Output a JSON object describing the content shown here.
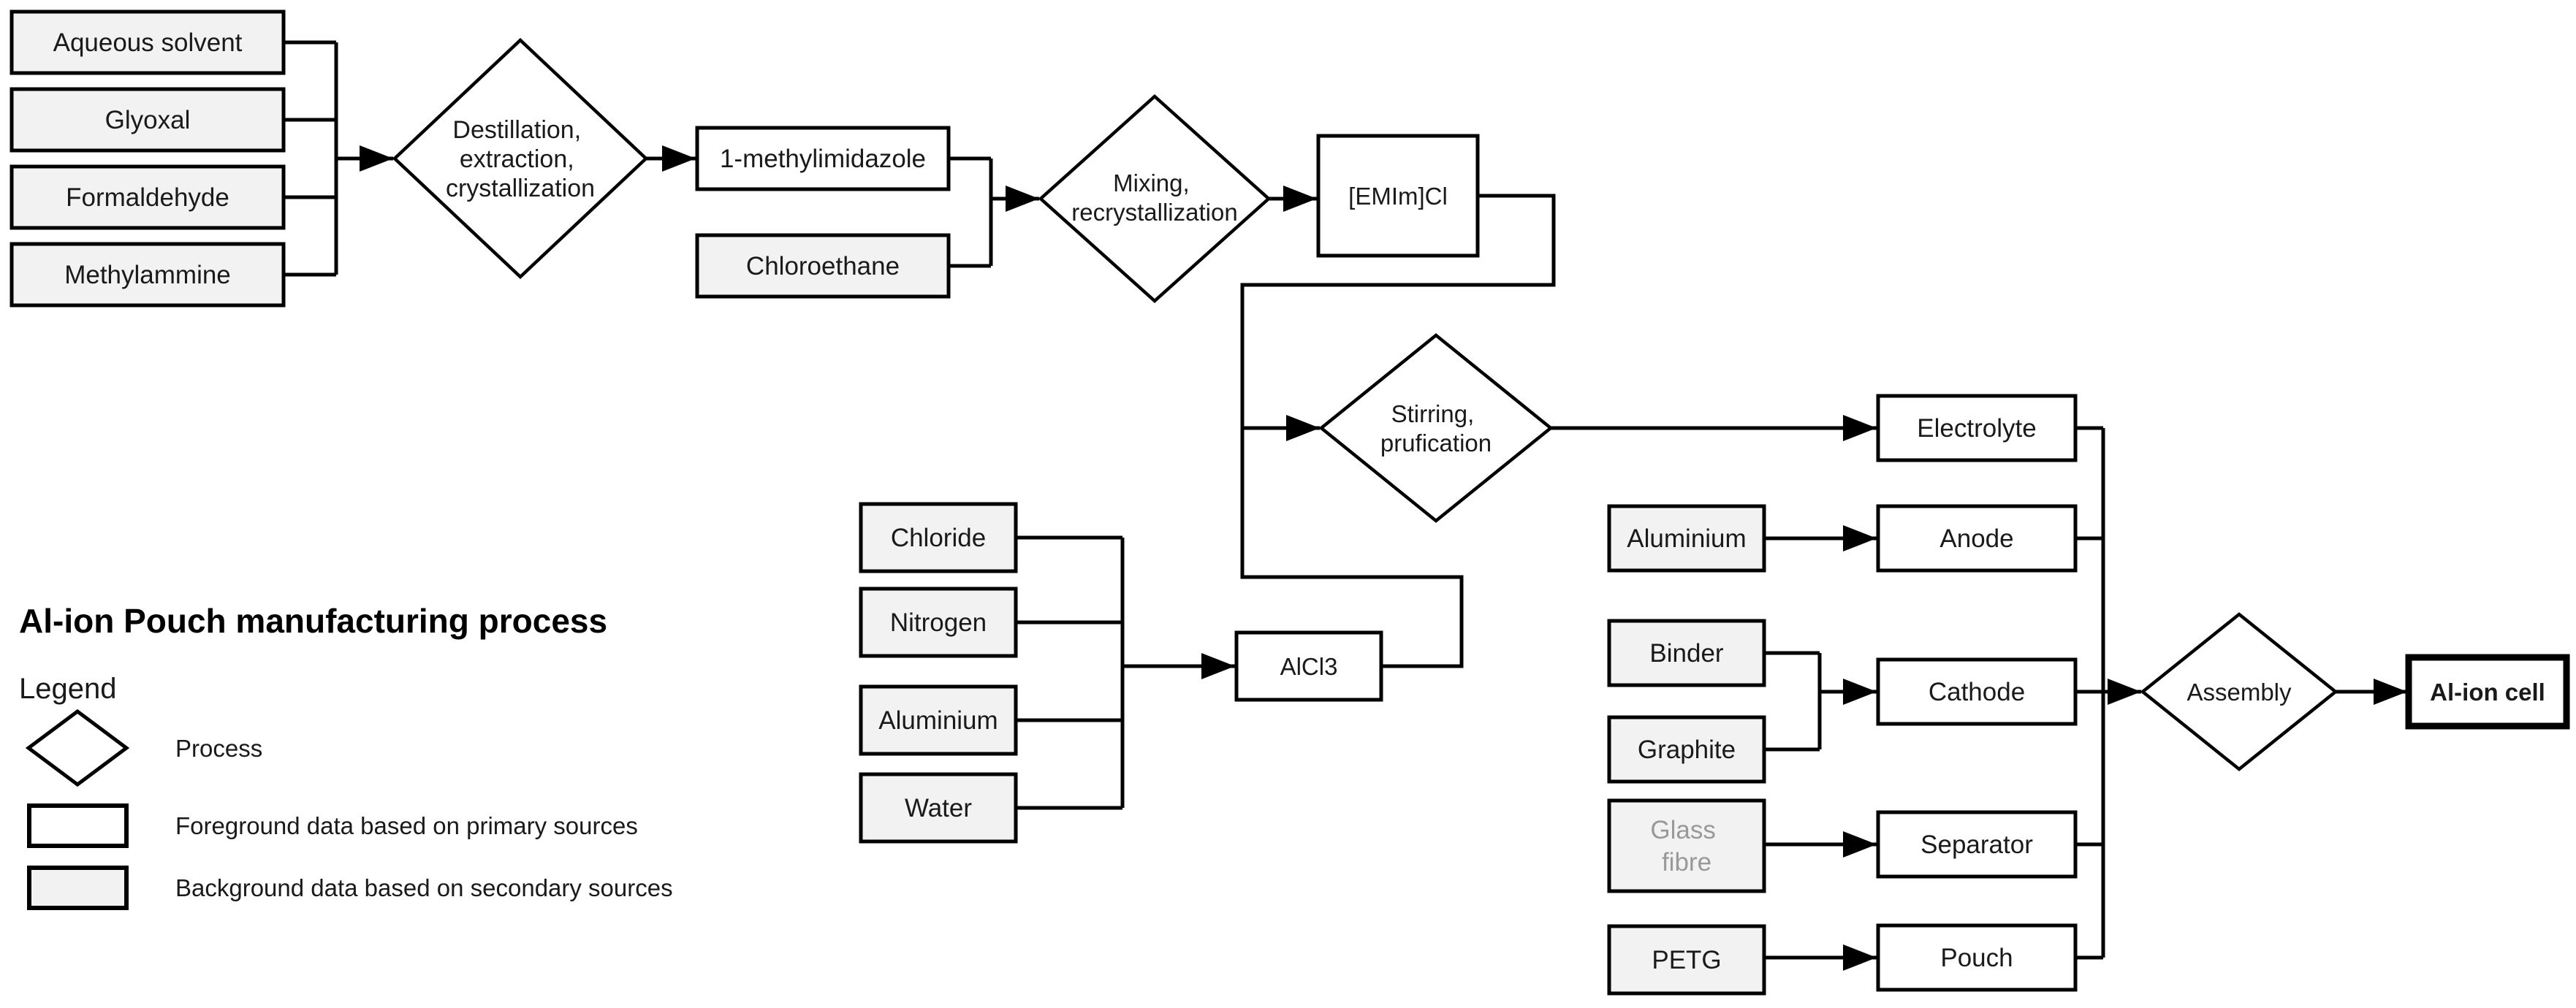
{
  "title": "Al-ion Pouch manufacturing process",
  "legend": {
    "heading": "Legend",
    "items": [
      {
        "symbol": "diamond",
        "label": "Process"
      },
      {
        "symbol": "white-box",
        "label": "Foreground data based on primary sources"
      },
      {
        "symbol": "gray-box",
        "label": "Background data based on secondary sources"
      }
    ]
  },
  "colors": {
    "background": "#ffffff",
    "stroke": "#000000",
    "primary_fill": "#ffffff",
    "secondary_fill": "#f2f2f2",
    "text": "#1a1a1a",
    "muted_text": "#999999"
  },
  "nodes": {
    "aqueous_solvent": {
      "label": "Aqueous solvent",
      "kind": "secondary"
    },
    "glyoxal": {
      "label": "Glyoxal",
      "kind": "secondary"
    },
    "formaldehyde": {
      "label": "Formaldehyde",
      "kind": "secondary"
    },
    "methylammine": {
      "label": "Methylammine",
      "kind": "secondary"
    },
    "methylimidazole": {
      "label": "1-methylimidazole",
      "kind": "primary"
    },
    "chloroethane": {
      "label": "Chloroethane",
      "kind": "secondary"
    },
    "emim_cl": {
      "label": "[EMIm]Cl",
      "kind": "primary"
    },
    "chloride": {
      "label": "Chloride",
      "kind": "secondary"
    },
    "nitrogen": {
      "label": "Nitrogen",
      "kind": "secondary"
    },
    "aluminium_feed": {
      "label": "Aluminium",
      "kind": "secondary"
    },
    "water": {
      "label": "Water",
      "kind": "secondary"
    },
    "alcl3": {
      "label": "AlCl3",
      "kind": "primary"
    },
    "electrolyte": {
      "label": "Electrolyte",
      "kind": "primary"
    },
    "aluminium_anode": {
      "label": "Aluminium",
      "kind": "secondary"
    },
    "anode": {
      "label": "Anode",
      "kind": "primary"
    },
    "binder": {
      "label": "Binder",
      "kind": "secondary"
    },
    "graphite": {
      "label": "Graphite",
      "kind": "secondary"
    },
    "cathode": {
      "label": "Cathode",
      "kind": "primary"
    },
    "glass_fibre": {
      "lines": [
        "Glass",
        "fibre"
      ],
      "kind": "secondary"
    },
    "separator": {
      "label": "Separator",
      "kind": "primary"
    },
    "petg": {
      "label": "PETG",
      "kind": "secondary"
    },
    "pouch": {
      "label": "Pouch",
      "kind": "primary"
    },
    "al_ion_cell": {
      "label": "Al-ion cell",
      "kind": "output"
    }
  },
  "processes": {
    "destillation": {
      "lines": [
        "Destillation,",
        "extraction,",
        "crystallization"
      ]
    },
    "mixing": {
      "lines": [
        "Mixing,",
        "recrystallization"
      ]
    },
    "stirring": {
      "lines": [
        "Stirring,",
        "prufication"
      ]
    },
    "assembly": {
      "label": "Assembly"
    }
  },
  "edges": [
    [
      "aqueous_solvent",
      "destillation"
    ],
    [
      "glyoxal",
      "destillation"
    ],
    [
      "formaldehyde",
      "destillation"
    ],
    [
      "methylammine",
      "destillation"
    ],
    [
      "destillation",
      "methylimidazole"
    ],
    [
      "methylimidazole",
      "mixing"
    ],
    [
      "chloroethane",
      "mixing"
    ],
    [
      "mixing",
      "emim_cl"
    ],
    [
      "emim_cl",
      "stirring"
    ],
    [
      "chloride",
      "alcl3"
    ],
    [
      "nitrogen",
      "alcl3"
    ],
    [
      "aluminium_feed",
      "alcl3"
    ],
    [
      "water",
      "alcl3"
    ],
    [
      "alcl3",
      "stirring"
    ],
    [
      "stirring",
      "electrolyte"
    ],
    [
      "aluminium_anode",
      "anode"
    ],
    [
      "binder",
      "cathode"
    ],
    [
      "graphite",
      "cathode"
    ],
    [
      "glass_fibre",
      "separator"
    ],
    [
      "petg",
      "pouch"
    ],
    [
      "electrolyte",
      "assembly"
    ],
    [
      "anode",
      "assembly"
    ],
    [
      "cathode",
      "assembly"
    ],
    [
      "separator",
      "assembly"
    ],
    [
      "pouch",
      "assembly"
    ],
    [
      "assembly",
      "al_ion_cell"
    ]
  ]
}
